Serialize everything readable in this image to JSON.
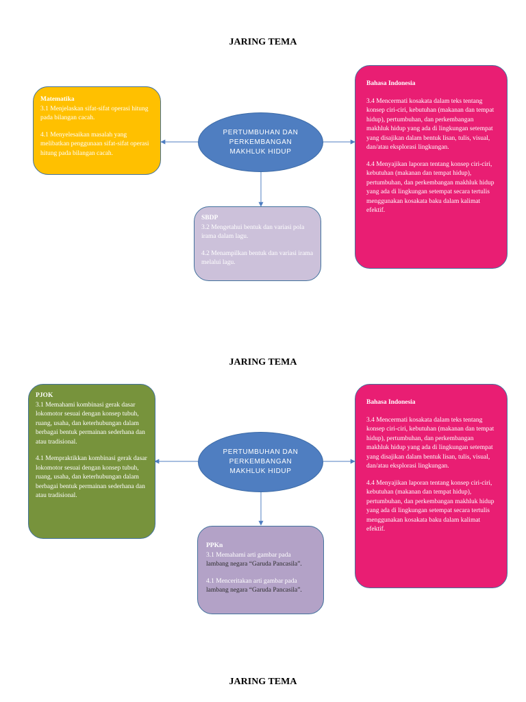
{
  "sections": [
    {
      "title": "JARING TEMA",
      "center": [
        "PERTUMBUHAN DAN",
        "PERKEMBANGAN",
        "MAKHLUK HIDUP"
      ],
      "left": {
        "heading": "Matematika",
        "lines": [
          "3.1 Menjelaskan sifat-sifat operasi hitung pada bilangan cacah.",
          "4.1 Menyelesaikan masalah yang melibatkan penggunaan sifat-sifat operasi hitung pada bilangan cacah."
        ],
        "color": "#ffc000"
      },
      "bottom": {
        "heading": "SBDP",
        "lines": [
          "3.2 Mengetahui bentuk dan variasi pola irama dalam lagu.",
          "4.2 Menampilkan bentuk dan variasi irama melalui lagu."
        ],
        "color": "#ccc1da"
      },
      "right": {
        "heading": "Bahasa Indonesia",
        "lines": [
          "3.4 Mencermati kosakata dalam teks tentang",
          "konsep ciri-ciri, kebutuhan (makanan dan tempat",
          "hidup), pertumbuhan, dan perkembangan makhluk hidup yang ada di lingkungan setempat yang disajikan dalam bentuk lisan, tulis, visual, dan/atau eksplorasi lingkungan.",
          "4.4 Menyajikan laporan tentang konsep ciri-ciri, kebutuhan (makanan dan tempat hidup), pertumbuhan, dan perkembangan makhluk hidup yang ada di lingkungan setempat secara tertulis menggunakan kosakata baku dalam kalimat efektif."
        ],
        "color": "#e91e73"
      }
    },
    {
      "title": "JARING TEMA",
      "center": [
        "PERTUMBUHAN DAN",
        "PERKEMBANGAN",
        "MAKHLUK HIDUP"
      ],
      "left": {
        "heading": "PJOK",
        "lines": [
          "3.1 Memahami kombinasi gerak dasar lokomotor sesuai dengan konsep tubuh, ruang, usaha, dan keterhubungan dalam berbagai bentuk permainan sederhana dan atau tradisional.",
          "4.1 Mempraktikkan kombinasi gerak dasar lokomotor sesuai dengan konsep tubuh, ruang, usaha, dan keterhubungan dalam berbagai bentuk permainan sederhana dan atau tradisional."
        ],
        "color": "#77933c"
      },
      "bottom": {
        "heading": "PPKn",
        "lines": [
          "3.1 Memahami arti gambar pada",
          "lambang negara “Garuda Pancasila”.",
          "4.1 Menceritakan arti gambar pada",
          "lambang negara “Garuda Pancasila”."
        ],
        "color": "#b3a2c7"
      },
      "right": {
        "heading": "Bahasa Indonesia",
        "lines": [
          "3.4 Mencermati kosakata dalam teks tentang",
          "konsep ciri-ciri, kebutuhan (makanan dan tempat",
          "hidup), pertumbuhan, dan perkembangan makhluk hidup yang ada di lingkungan setempat yang disajikan dalam bentuk lisan, tulis, visual, dan/atau eksplorasi lingkungan.",
          "4.4 Menyajikan laporan tentang konsep ciri-ciri, kebutuhan (makanan dan tempat hidup), pertumbuhan, dan perkembangan makhluk hidup yang ada di lingkungan setempat secara tertulis menggunakan kosakata baku dalam kalimat efektif."
        ],
        "color": "#e91e73"
      }
    },
    {
      "title": "JARING TEMA"
    }
  ],
  "connector_color": "#4f7ec1"
}
